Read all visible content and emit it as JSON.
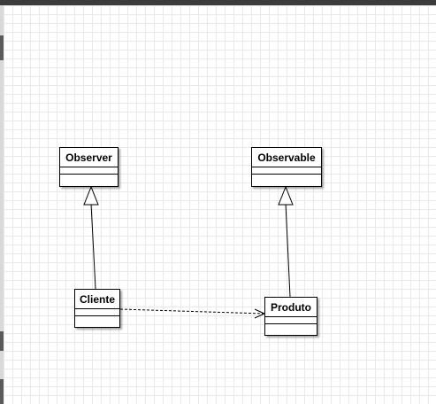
{
  "diagram": {
    "classes": [
      {
        "id": "observer",
        "name": "Observer"
      },
      {
        "id": "observable",
        "name": "Observable"
      },
      {
        "id": "cliente",
        "name": "Cliente"
      },
      {
        "id": "produto",
        "name": "Produto"
      }
    ],
    "relationships": [
      {
        "type": "generalization",
        "from": "Cliente",
        "to": "Observer"
      },
      {
        "type": "generalization",
        "from": "Produto",
        "to": "Observable"
      },
      {
        "type": "dependency",
        "from": "Cliente",
        "to": "Produto"
      }
    ]
  },
  "colors": {
    "grid": "#e9e9e9",
    "line": "#000000",
    "topbar": "#3c3c3c"
  }
}
